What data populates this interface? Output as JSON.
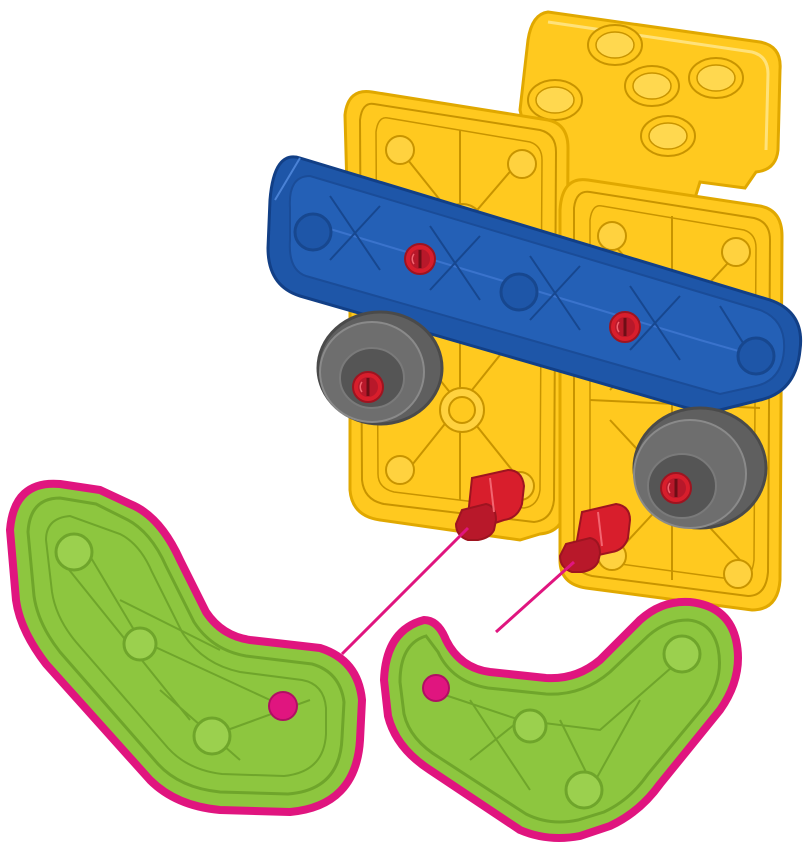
{
  "diagram": {
    "type": "assembly-instruction-step",
    "colors": {
      "background": "#ffffff",
      "yellow_plate": "#FFC91F",
      "yellow_edge": "#E0A800",
      "yellow_line": "#C89400",
      "blue_beam": "#1E56A8",
      "blue_edge": "#123F86",
      "blue_line": "#2F69C2",
      "gray_wheel": "#6E6E6E",
      "gray_wheel_inner": "#555555",
      "red_peg": "#D81E2C",
      "red_peg_dark": "#9E1420",
      "green_part": "#8DC63F",
      "green_edge": "#6FA52B",
      "magenta_highlight": "#E0157F"
    },
    "parts": [
      {
        "name": "yellow-square-plate",
        "count": 1
      },
      {
        "name": "yellow-large-plate",
        "count": 2
      },
      {
        "name": "blue-beam",
        "count": 1
      },
      {
        "name": "gray-wheel",
        "count": 2
      },
      {
        "name": "red-peg",
        "count": 6
      },
      {
        "name": "green-l-beam",
        "count": 2,
        "highlighted": true
      }
    ]
  }
}
